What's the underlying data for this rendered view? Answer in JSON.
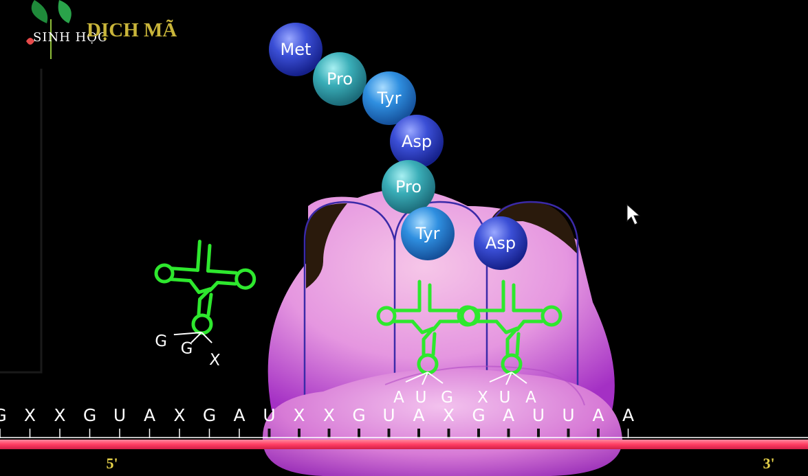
{
  "header": {
    "logo_text": "SINH HỌC",
    "title": "DỊCH MÃ"
  },
  "polypeptide": [
    {
      "label": "Met",
      "color": "blue"
    },
    {
      "label": "Pro",
      "color": "teal"
    },
    {
      "label": "Tyr",
      "color": "sky"
    },
    {
      "label": "Asp",
      "color": "blue"
    },
    {
      "label": "Pro",
      "color": "teal"
    },
    {
      "label": "Tyr",
      "color": "sky"
    }
  ],
  "incoming_amino_acid": {
    "label": "Asp",
    "color": "blue"
  },
  "free_trna_anticodon": [
    "G",
    "G",
    "X"
  ],
  "ribosome_anticodons": [
    "A",
    "U",
    "G",
    "X",
    "U",
    "A"
  ],
  "mrna": {
    "sequence": [
      "G",
      "X",
      "X",
      "G",
      "U",
      "A",
      "X",
      "G",
      "A",
      "U",
      "X",
      "X",
      "G",
      "U",
      "A",
      "X",
      "G",
      "A",
      "U",
      "U",
      "A",
      "A"
    ],
    "end_5": "5'",
    "end_3": "3'"
  },
  "colors": {
    "trna": "#2ee82e",
    "mrna_strand": "#ff4d6d",
    "ribosome": "#e59ce0",
    "title": "#c9b53a",
    "end_label": "#e8d34a"
  }
}
